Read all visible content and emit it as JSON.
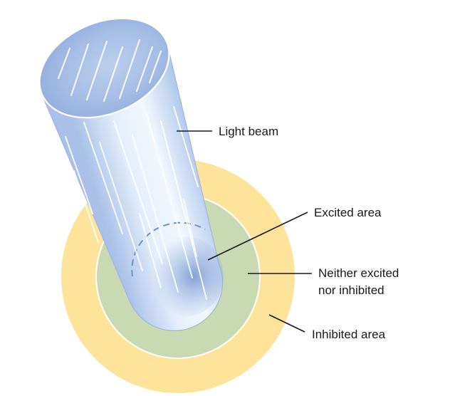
{
  "labels": {
    "light_beam": "Light beam",
    "excited_area": "Excited area",
    "neither_line1": "Neither excited",
    "neither_line2": "nor inhibited",
    "inhibited_area": "Inhibited area"
  },
  "colors": {
    "inhibited": "#fde49a",
    "neutral": "#c9d9b1",
    "beam_light": "#e6effa",
    "beam_dark": "#7d9fd6",
    "beam_outline": "#9fb7de",
    "dashed_outline": "#6f8fd0",
    "ring_border": "#ffffff",
    "leader_line": "#1a1a1a"
  }
}
